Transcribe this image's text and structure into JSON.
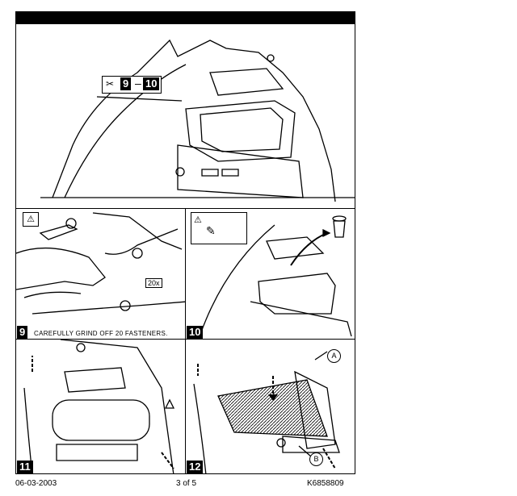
{
  "callout": {
    "start": "9",
    "end": "10"
  },
  "panels": [
    {
      "number": "9",
      "caption": "CAREFULLY GRIND OFF 20 FASTENERS.",
      "quantity": "20x"
    },
    {
      "number": "10",
      "caption": ""
    },
    {
      "number": "11",
      "caption": ""
    },
    {
      "number": "12",
      "labels": [
        "A",
        "B"
      ]
    }
  ],
  "footer": {
    "date": "06-03-2003",
    "page": "3 of 5",
    "doc_id": "K6858809"
  }
}
